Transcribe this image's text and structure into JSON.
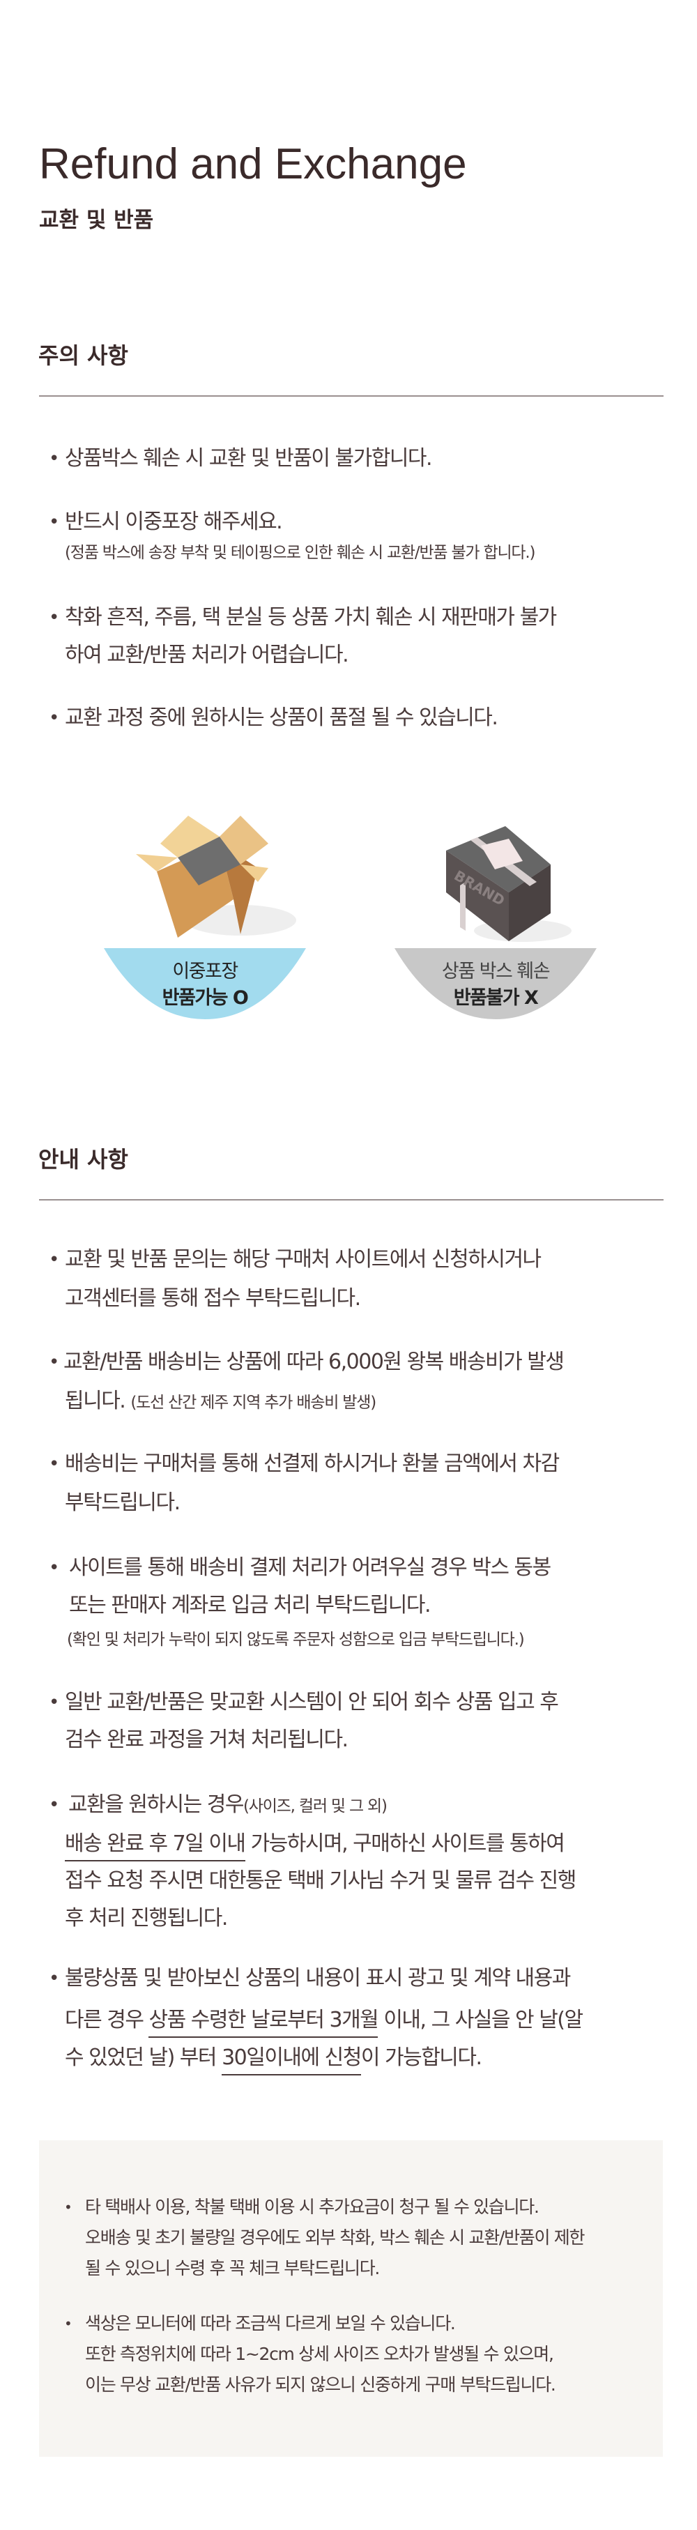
{
  "header": {
    "title": "Refund and Exchange",
    "subtitle": "교환 및 반품"
  },
  "notice": {
    "heading": "주의 사항",
    "items": [
      {
        "lines": [
          "상품박스 훼손 시 교환 및 반품이 불가합니다."
        ]
      },
      {
        "lines": [
          "반드시 이중포장 해주세요."
        ],
        "note": "(정품 박스에 송장 부착 및 테이핑으로 인한 훼손 시 교환/반품 불가 합니다.)"
      },
      {
        "lines": [
          "착화 흔적, 주름, 택 분실 등 상품 가치 훼손 시 재판매가 불가",
          "하여 교환/반품 처리가 어렵습니다."
        ]
      },
      {
        "lines": [
          "교환 과정 중에 원하시는 상품이 품절 될 수 있습니다."
        ]
      }
    ]
  },
  "illustrations": [
    {
      "label": "이중포장",
      "status": "반품가능 O",
      "icon": "open-box-icon",
      "color": "#a2dbee"
    },
    {
      "label": "상품 박스 훼손",
      "status": "반품불가 X",
      "icon": "damaged-box-icon",
      "color": "#c8c8c8",
      "box_text": "BRAND"
    }
  ],
  "guide": {
    "heading": "안내 사항",
    "items": [
      {
        "lines": [
          "교환 및 반품 문의는 해당 구매처 사이트에서 신청하시거나",
          "고객센터를 통해 접수 부탁드립니다."
        ]
      },
      {
        "lines": [
          "교환/반품 배송비는 상품에 따라 6,000원 왕복 배송비가 발생",
          "됩니다."
        ],
        "note": "(도선 산간 제주 지역 추가 배송비 발생)"
      },
      {
        "lines": [
          "배송비는 구매처를 통해 선결제 하시거나 환불 금액에서 차감",
          "부탁드립니다."
        ]
      },
      {
        "lines": [
          "사이트를 통해 배송비 결제 처리가 어려우실 경우 박스 동봉",
          "또는 판매자 계좌로 입금 처리 부탁드립니다."
        ],
        "note": "(확인 및 처리가 누락이 되지 않도록 주문자 성함으로 입금 부탁드립니다.)"
      },
      {
        "lines": [
          "일반 교환/반품은 맞교환 시스템이 안 되어 회수 상품 입고 후",
          "검수 완료 과정을 거쳐 처리됩니다."
        ]
      },
      {
        "lines": [
          "교환을 원하시는 경우",
          "배송 완료 후 7일 이내",
          " 가능하시며, 구매하신 사이트를 통하여",
          "접수 요청 주시면 대한통운 택배 기사님 수거 및 물류 검수 진행",
          "후 처리 진행됩니다."
        ],
        "note": "(사이즈, 컬러 및 그 외)"
      },
      {
        "lines": [
          "불량상품 및 받아보신 상품의 내용이 표시 광고 및 계약 내용과",
          "다른 경우 ",
          "상품 수령한 날로부터 3개월",
          " 이내, 그 사실을 안 날(알",
          "수 있었던 날) 부터 ",
          "30일이내에 신청",
          "이 가능합니다."
        ]
      }
    ]
  },
  "extra": {
    "items": [
      {
        "lines": [
          "타 택배사 이용, 착불 택배 이용 시 추가요금이 청구 될 수 있습니다.",
          "오배송 및 초기 불량일 경우에도 외부 착화, 박스 훼손 시 교환/반품이 제한",
          "될 수 있으니 수령 후 꼭 체크 부탁드립니다."
        ]
      },
      {
        "lines": [
          "색상은 모니터에 따라 조금씩 다르게 보일 수 있습니다.",
          "또한 측정위치에 따라 1~2cm 상세 사이즈 오차가 발생될 수 있으며,",
          "이는 무상 교환/반품 사유가 되지 않으니 신중하게 구매 부탁드립니다."
        ]
      }
    ]
  }
}
